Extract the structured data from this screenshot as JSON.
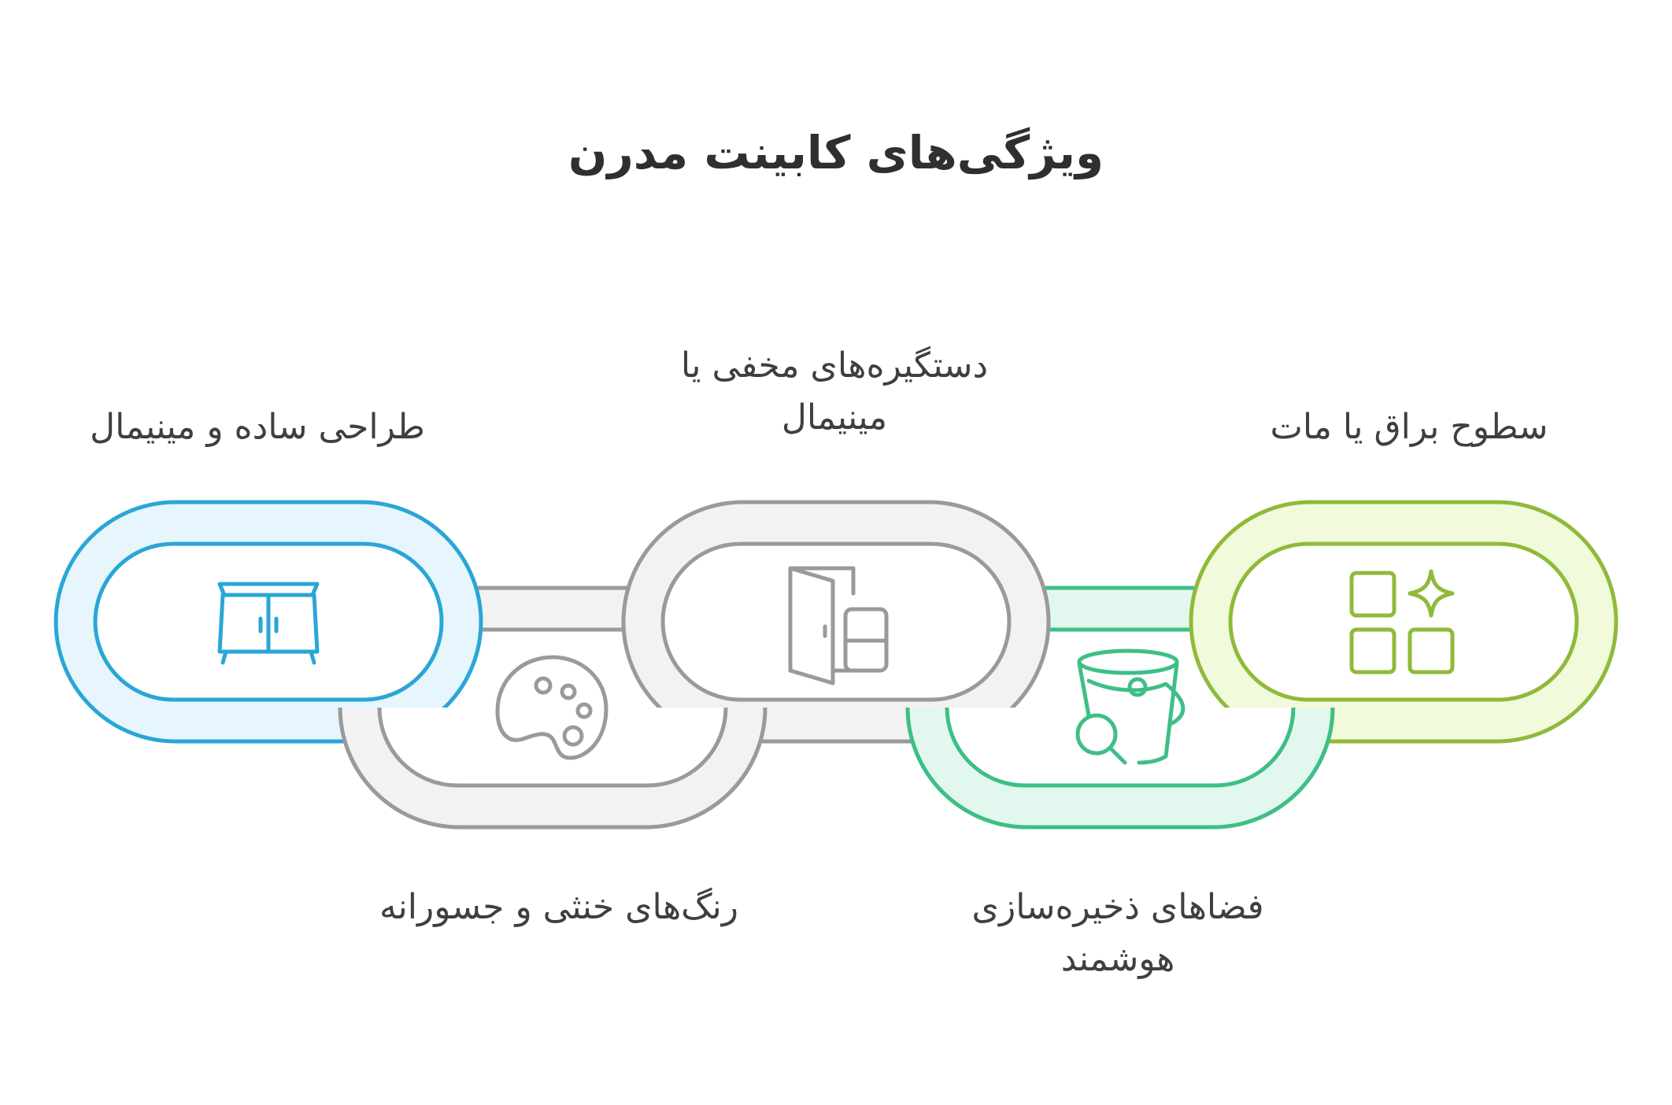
{
  "title": "ویژگی‌های کابینت مدرن",
  "links": [
    {
      "id": "simple-design",
      "label_lines": [
        "طراحی ساده و مینیمال"
      ],
      "icon": "cabinet-icon",
      "stroke": "#2aa6d6",
      "fill": "#e6f6fc",
      "inner_fill": "#ffffff"
    },
    {
      "id": "colors",
      "label_lines": [
        "رنگ‌های خنثی و جسورانه"
      ],
      "icon": "palette-icon",
      "stroke": "#9a9a9a",
      "fill": "#f2f2f2",
      "inner_fill": "#ffffff"
    },
    {
      "id": "handles",
      "label_lines": [
        "دستگیره‌های مخفی یا",
        "مینیمال"
      ],
      "icon": "door-handle-icon",
      "stroke": "#9a9a9a",
      "fill": "#f2f2f2",
      "inner_fill": "#ffffff"
    },
    {
      "id": "storage",
      "label_lines": [
        "فضاهای ذخیره‌سازی",
        "هوشمند"
      ],
      "icon": "storage-search-icon",
      "stroke": "#3dbf85",
      "fill": "#e2f8ee",
      "inner_fill": "#ffffff"
    },
    {
      "id": "surfaces",
      "label_lines": [
        "سطوح براق یا مات"
      ],
      "icon": "grid-sparkle-icon",
      "stroke": "#8fba3a",
      "fill": "#f1fadb",
      "inner_fill": "#ffffff"
    }
  ]
}
